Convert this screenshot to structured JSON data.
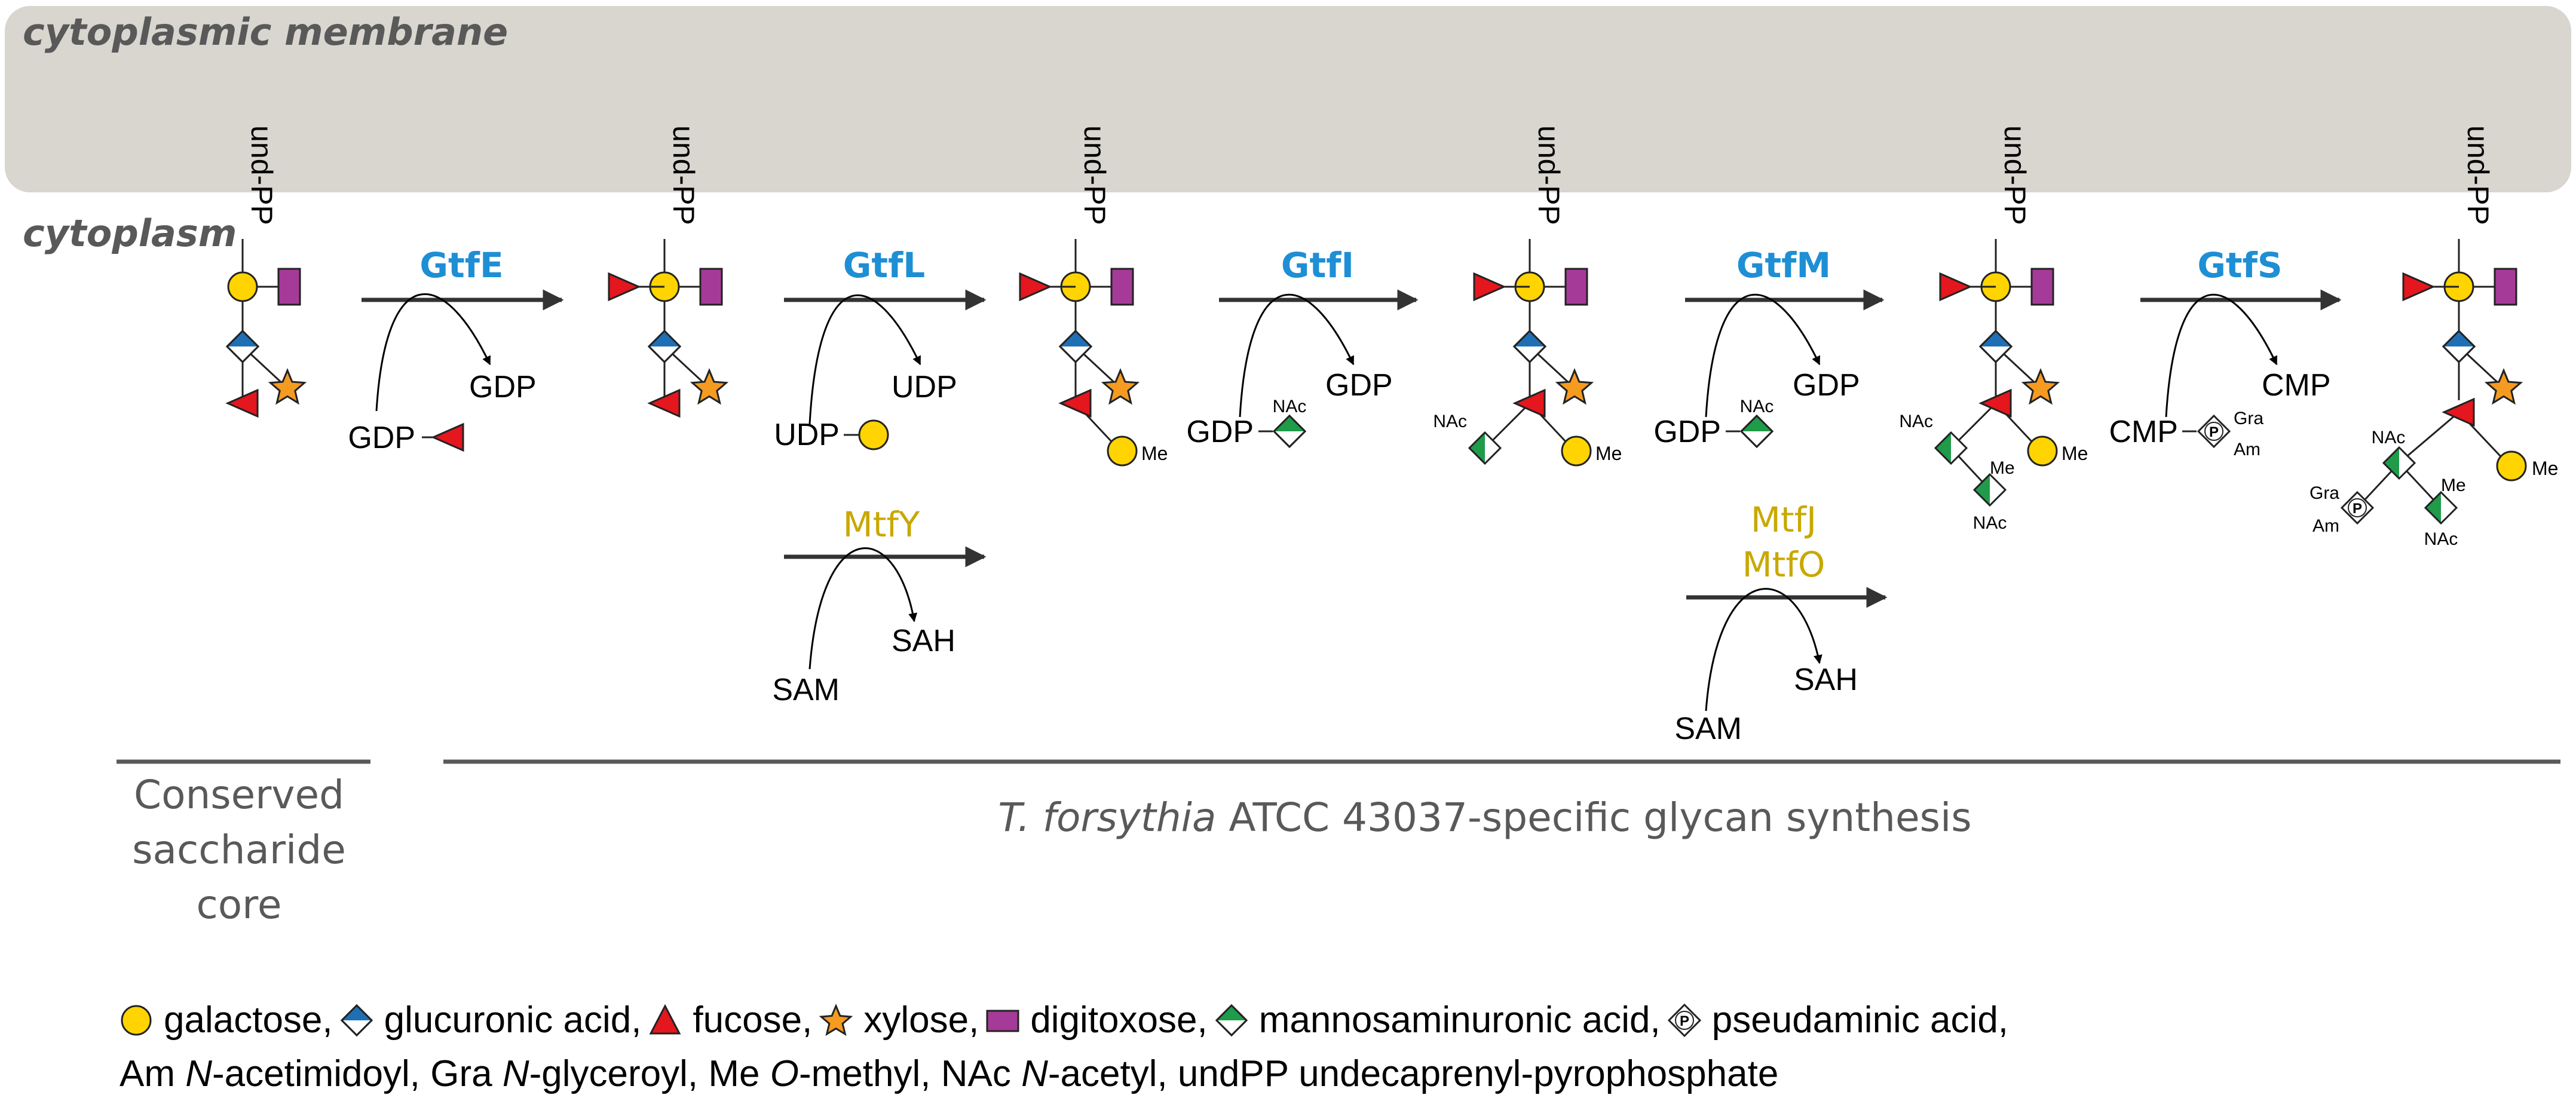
{
  "compartments": {
    "membrane_label": "cytoplasmic membrane",
    "cytoplasm_label": "cytoplasm"
  },
  "lipid_carrier": "und-PP",
  "glycosyltransferases": [
    {
      "name": "GtfE",
      "donor": "GDP",
      "product": "GDP"
    },
    {
      "name": "GtfL",
      "donor": "UDP",
      "product": "UDP"
    },
    {
      "name": "GtfI",
      "donor": "GDP",
      "product": "GDP"
    },
    {
      "name": "GtfM",
      "donor": "GDP",
      "product": "GDP"
    },
    {
      "name": "GtfS",
      "donor": "CMP",
      "product": "CMP"
    }
  ],
  "methyltransferases": [
    {
      "names": [
        "MtfY"
      ],
      "donor": "SAM",
      "product": "SAH"
    },
    {
      "names": [
        "MtfJ",
        "MtfO"
      ],
      "donor": "SAM",
      "product": "SAH"
    }
  ],
  "modifications": {
    "methyl": "Me",
    "n_acetyl": "NAc",
    "n_glyceroyl": "Gra",
    "n_acetimidoyl": "Am",
    "phospho_mark": "P"
  },
  "section_captions": {
    "core_line1": "Conserved",
    "core_line2": "saccharide core",
    "specific_italic": "T. forsythia",
    "specific_rest": " ATCC 43037-specific glycan synthesis"
  },
  "legend": {
    "items": [
      {
        "symbol": "galactose-circle",
        "label": "galactose,"
      },
      {
        "symbol": "glucuronic-acid-diamond",
        "label": "glucuronic acid,"
      },
      {
        "symbol": "fucose-triangle",
        "label": "fucose,"
      },
      {
        "symbol": "xylose-star",
        "label": "xylose,"
      },
      {
        "symbol": "digitoxose-rectangle",
        "label": "digitoxose,"
      },
      {
        "symbol": "mannosaminuronic-acid-diamond",
        "label": "mannosaminuronic acid,"
      },
      {
        "symbol": "pseudaminic-acid-diamond",
        "label": "pseudaminic acid,"
      }
    ],
    "abbreviations": [
      {
        "abbr": "Am",
        "meaning": "N-acetimidoyl"
      },
      {
        "abbr": "Gra",
        "meaning": "N-glyceroyl"
      },
      {
        "abbr": "Me",
        "meaning": "O-methyl"
      },
      {
        "abbr": "NAc",
        "meaning": "N-acetyl"
      },
      {
        "abbr": "undPP",
        "meaning": "undecaprenyl-pyrophosphate"
      }
    ]
  },
  "colors": {
    "membrane_fill": "#d8d6cf",
    "gtf_label": "#1e8fd4",
    "mtf_label": "#c9a800",
    "galactose": "#ffd400",
    "glucuronic_acid": "#1f6fb5",
    "fucose": "#e4161e",
    "xylose": "#f59b20",
    "digitoxose": "#a63a98",
    "mannosaminuronic_acid": "#1f9b4a",
    "caption_grey": "#595959",
    "arrow": "#333333"
  },
  "icons": {
    "reaction_arrow": "right-arrow-icon",
    "side_reaction": "curved-arrow-icon"
  }
}
